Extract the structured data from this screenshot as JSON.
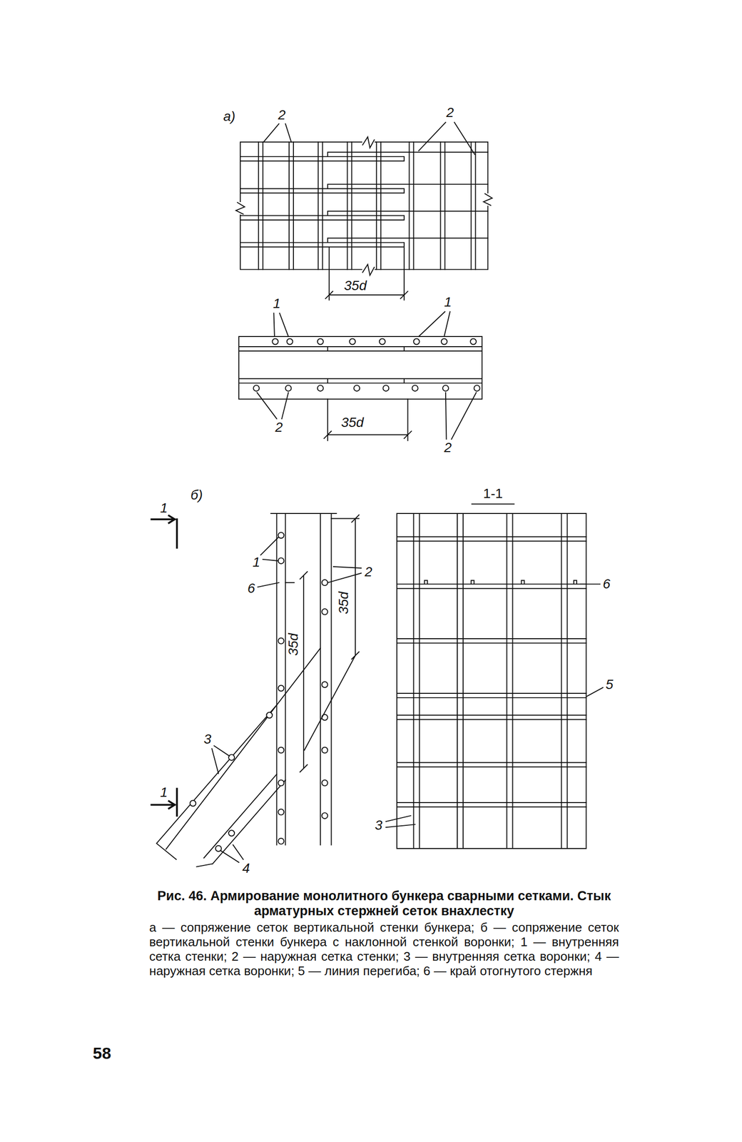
{
  "diagram": {
    "title": "Рис. 46. Армирование монолитного бункера сварными сетками. Стык арматурных стержней сеток внахлестку",
    "caption": "а — сопряжение сеток вертикальной стенки бункера; б — сопряжение сеток вертикальной стенки бункера с наклонной стенкой воронки; 1 — внутренняя сетка стенки; 2 — наружная сетка стенки; 3 — внутренняя сетка воронки; 4 — наружная сетка воронки; 5 — линия перегиба; 6 — край отогнутого стержня",
    "labels": [
      "а)",
      "2",
      "2",
      "35d",
      "1",
      "1",
      "2",
      "35d",
      "2",
      "б)",
      "1-1",
      "1",
      "1",
      "6",
      "2",
      "35d",
      "35d",
      "6",
      "5",
      "3",
      "1",
      "3",
      "4",
      "58"
    ]
  }
}
